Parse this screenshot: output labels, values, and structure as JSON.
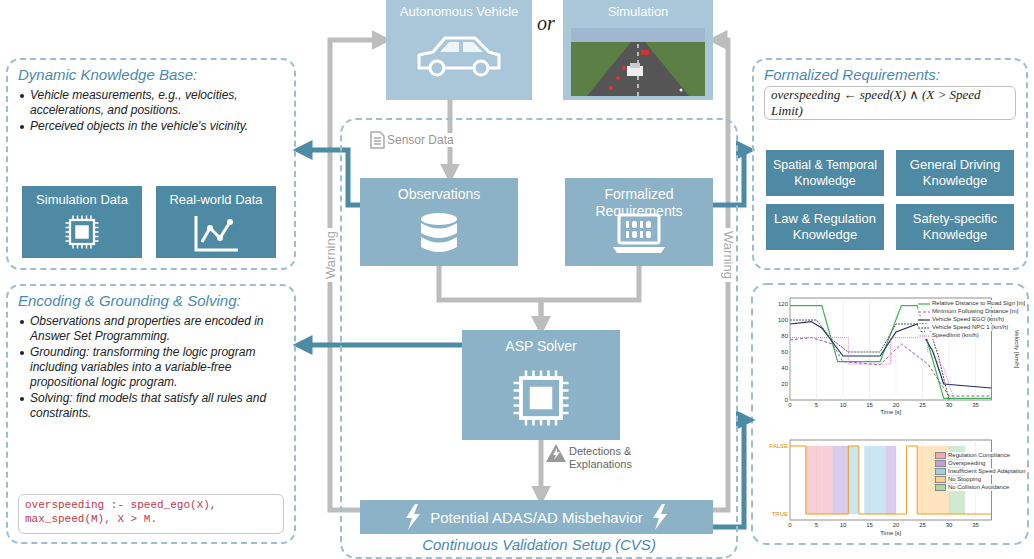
{
  "diagram": {
    "nodes": [
      {
        "text": [
          "Dynamic Knowledge Base:",
          "Vehicle measurements, e.g., velocities, accelerations, and positions.",
          "Perceived objects in the vehicle's vicinity."
        ]
      },
      {
        "text": [
          "Simulation Data"
        ],
        "in": 0
      },
      {
        "text": [
          "Real-world Data"
        ],
        "in": 0
      },
      {
        "text": [
          "Autonomous Vehicle"
        ]
      },
      {
        "text": [
          "Simulation"
        ]
      },
      {
        "text": [
          "Continuous Validation Setup (CVS)"
        ]
      },
      {
        "text": [
          "Observations"
        ],
        "in": 5
      },
      {
        "text": [
          "Formalized Requirements"
        ],
        "in": 5
      },
      {
        "text": [
          "ASP Solver"
        ],
        "in": 5
      },
      {
        "text": [
          "Potential ADAS/AD Misbehavior"
        ],
        "in": 5
      },
      {
        "text": [
          "Formalized Requirements:"
        ]
      },
      {
        "text": [
          "overspeeding ← speed(X) ∧ (X > Speed Limit)"
        ],
        "in": 10
      },
      {
        "text": [
          "Spatial & Temporal Knowledge"
        ],
        "in": 10
      },
      {
        "text": [
          "General Driving Knowledge"
        ],
        "in": 10
      },
      {
        "text": [
          "Law & Regulation Knowledge"
        ],
        "in": 10
      },
      {
        "text": [
          "Safety-specific Knowledge"
        ],
        "in": 10
      },
      {
        "text": [
          "Encoding & Grounding & Solving:",
          "Observations and properties are encoded in Answer Set Programming.",
          "Grounding: transforming the logic program including variables into a variable-free propositional logic program.",
          "Solving: find models that satisfy all rules and constraints."
        ]
      },
      {
        "text": [
          "overspeeding :- speed_ego(X), max_speed(M), X > M."
        ],
        "in": 16
      }
    ],
    "edges": [
      {
        "from": 3,
        "to": 6,
        "arrow": "to",
        "label": "Sensor Data"
      },
      {
        "from": 6,
        "to": 8,
        "arrow": "to"
      },
      {
        "from": 7,
        "to": 8,
        "arrow": "to"
      },
      {
        "from": 8,
        "to": 9,
        "arrow": "to",
        "label": "Detections & Explanations"
      },
      {
        "from": 9,
        "to": 3,
        "arrow": "to",
        "label": "Warning"
      },
      {
        "from": 9,
        "to": 4,
        "arrow": "to",
        "label": "Warning"
      },
      {
        "from": 6,
        "to": 0,
        "arrow": "to"
      },
      {
        "from": 7,
        "to": 10,
        "arrow": "to"
      },
      {
        "from": 8,
        "to": 16,
        "arrow": "to"
      }
    ],
    "labels": [
      "or",
      "0",
      "5",
      "10",
      "15",
      "20",
      "25",
      "30",
      "35",
      "Time [s]",
      "0",
      "20",
      "40",
      "60",
      "80",
      "100",
      "120",
      "0",
      "5",
      "10",
      "15",
      "20",
      "25",
      "30",
      "35",
      "Time [s]",
      "FALSE",
      "TRUE",
      "Velocity [km/h]"
    ],
    "legend": [
      {
        "text": "Relative Distance to Road Sign [m]"
      },
      {
        "text": "Minimum Following Distance [m]"
      },
      {
        "text": "Vehicle Speed EGO (km/h)"
      },
      {
        "text": "Vehicle Speed NPC 1 (km/h)"
      },
      {
        "text": "Speedlimit (km/h)"
      },
      {
        "text": "Regulation Compliance",
        "color": "#f2a7b5"
      },
      {
        "text": "Overspeeding",
        "color": "#b9a3dc"
      },
      {
        "text": "Insufficient Speed Adaptation",
        "color": "#9fd0e6"
      },
      {
        "text": "No Stopping",
        "color": "#ffcf8a"
      },
      {
        "text": "No Collision Avoidance",
        "color": "#a9d8a8"
      }
    ]
  }
}
